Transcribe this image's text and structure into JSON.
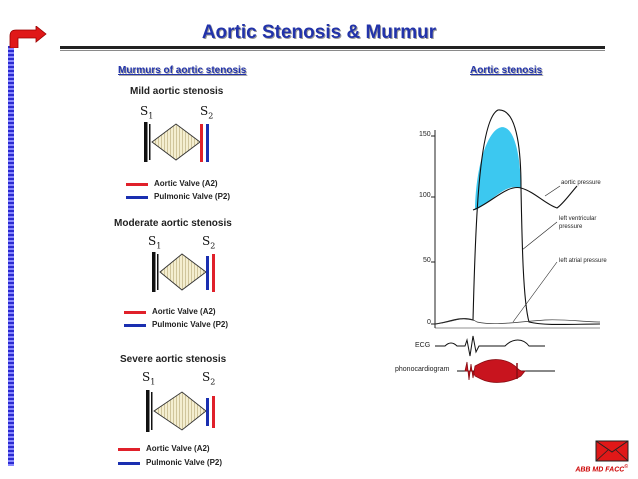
{
  "title": "Aortic Stenosis & Murmur",
  "left_subtitle": "Murmurs of aortic stenosis",
  "right_subtitle": "Aortic stenosis",
  "panels": [
    {
      "heading": "Mild aortic stenosis",
      "s1": "S",
      "s1_sub": "1",
      "s2": "S",
      "s2_sub": "2",
      "legend_red": "Aortic Valve (A2)",
      "legend_blue": "Pulmonic Valve (P2)"
    },
    {
      "heading": "Moderate aortic stenosis",
      "s1": "S",
      "s1_sub": "1",
      "s2": "S",
      "s2_sub": "2",
      "legend_red": "Aortic Valve (A2)",
      "legend_blue": "Pulmonic Valve (P2)"
    },
    {
      "heading": "Severe aortic stenosis",
      "s1": "S",
      "s1_sub": "1",
      "s2": "S",
      "s2_sub": "2",
      "legend_red": "Aortic Valve (A2)",
      "legend_blue": "Pulmonic Valve (P2)"
    }
  ],
  "graph": {
    "ticks": [
      "150",
      "100",
      "50",
      "0"
    ],
    "aortic_pressure": "aortic pressure",
    "lv_pressure_1": "left ventricular",
    "lv_pressure_2": "pressure",
    "la_pressure": "left atrial pressure",
    "ecg": "ECG",
    "phono": "phonocardiogram"
  },
  "signature": "ABB MD FACC",
  "signature_sup": "©",
  "colors": {
    "accent": "#2233aa",
    "aortic": "#e0202a",
    "pulmonic": "#1a2fb0",
    "gradient_fill": "#3cc8f0",
    "murmur": "#c8141e"
  }
}
